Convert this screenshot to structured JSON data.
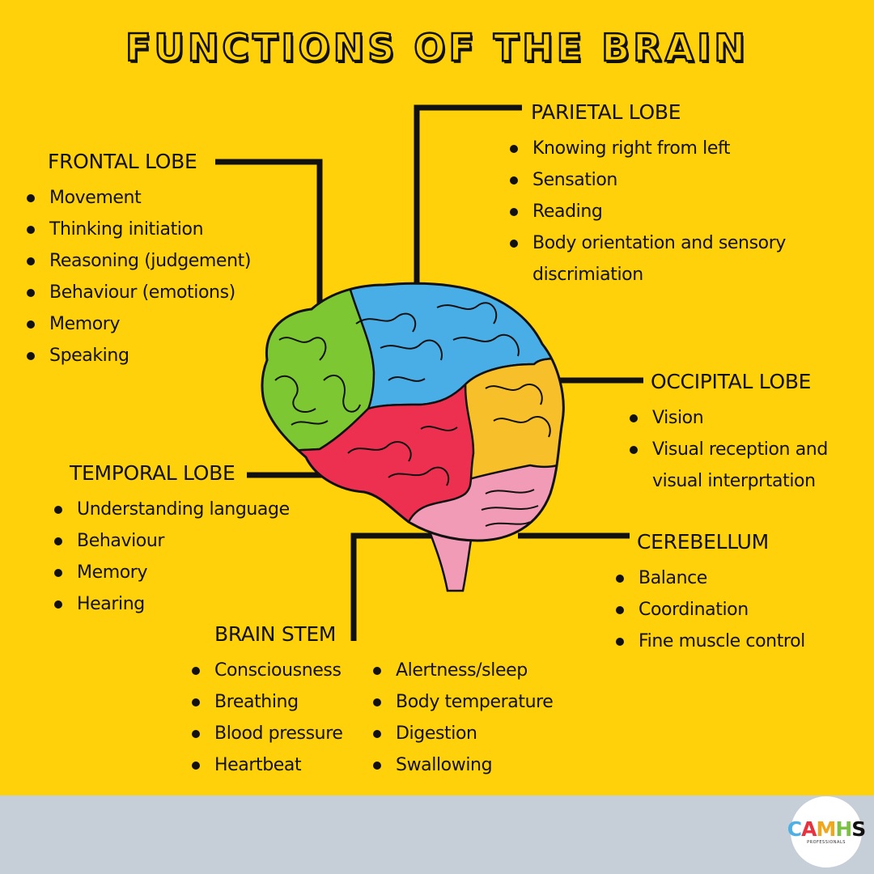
{
  "title": "FUNCTIONS OF THE BRAIN",
  "colors": {
    "background": "#ffd10b",
    "footer": "#c6ced7",
    "frontal": "#7dc832",
    "parietal": "#4aaee6",
    "temporal": "#ee3050",
    "occipital": "#f7c02a",
    "cerebellum": "#f29bb6",
    "brainstem": "#f29bb6"
  },
  "sections": {
    "frontal": {
      "heading": "FRONTAL LOBE",
      "items": [
        "Movement",
        "Thinking initiation",
        "Reasoning (judgement)",
        "Behaviour (emotions)",
        "Memory",
        "Speaking"
      ]
    },
    "parietal": {
      "heading": "PARIETAL LOBE",
      "items": [
        "Knowing right from left",
        "Sensation",
        "Reading",
        "Body orientation and sensory",
        "discrimiation"
      ]
    },
    "occipital": {
      "heading": "OCCIPITAL LOBE",
      "items": [
        "Vision",
        "Visual reception and",
        "visual interprtation"
      ]
    },
    "temporal": {
      "heading": "TEMPORAL LOBE",
      "items": [
        "Understanding language",
        "Behaviour",
        "Memory",
        "Hearing"
      ]
    },
    "cerebellum": {
      "heading": "CEREBELLUM",
      "items": [
        "Balance",
        "Coordination",
        "Fine muscle control"
      ]
    },
    "brainstem": {
      "heading": "BRAIN STEM",
      "items_left": [
        "Consciousness",
        "Breathing",
        "Blood pressure",
        "Heartbeat"
      ],
      "items_right": [
        "Alertness/sleep",
        "Body temperature",
        "Digestion",
        "Swallowing"
      ]
    }
  },
  "logo": {
    "letters": [
      "C",
      "A",
      "M",
      "H",
      "S"
    ],
    "tagline": "PROFESSIONALS"
  }
}
